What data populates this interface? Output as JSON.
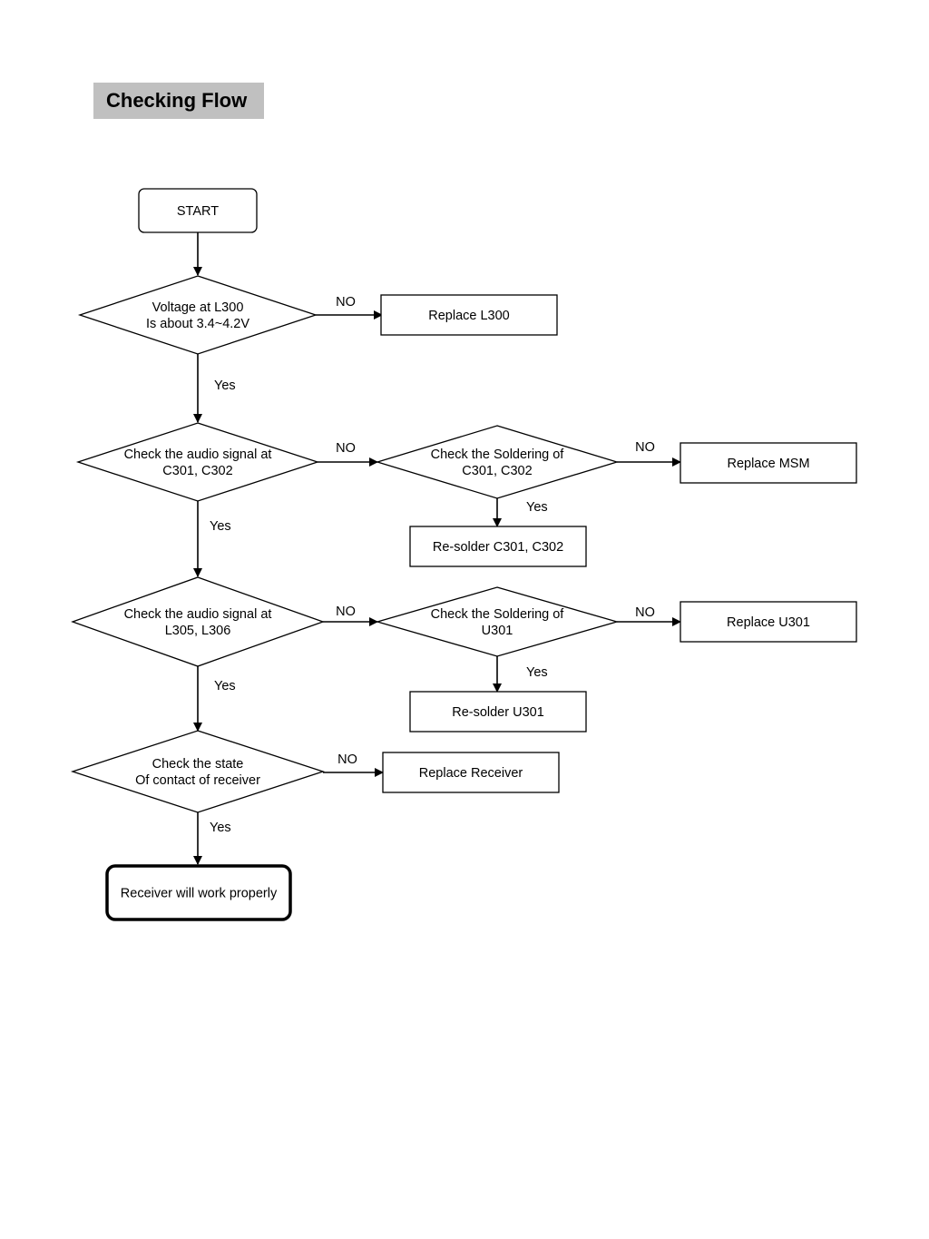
{
  "page": {
    "title": "Checking Flow"
  },
  "nodes": {
    "start": {
      "lines": [
        "START"
      ]
    },
    "d_voltage": {
      "lines": [
        "Voltage at L300",
        "Is about 3.4~4.2V"
      ]
    },
    "r_l300": {
      "lines": [
        "Replace L300"
      ]
    },
    "d_audio1": {
      "lines": [
        "Check the audio signal at",
        "C301, C302"
      ]
    },
    "d_solder1": {
      "lines": [
        "Check the Soldering of",
        "C301, C302"
      ]
    },
    "r_msm": {
      "lines": [
        "Replace MSM"
      ]
    },
    "r_resolder1": {
      "lines": [
        "Re-solder C301, C302"
      ]
    },
    "d_audio2": {
      "lines": [
        "Check the audio signal at",
        "L305, L306"
      ]
    },
    "d_solder2": {
      "lines": [
        "Check the Soldering of",
        "U301"
      ]
    },
    "r_u301": {
      "lines": [
        "Replace U301"
      ]
    },
    "r_resolder2": {
      "lines": [
        "Re-solder U301"
      ]
    },
    "d_contact": {
      "lines": [
        "Check the state",
        "Of contact of receiver"
      ]
    },
    "r_receiver": {
      "lines": [
        "Replace Receiver"
      ]
    },
    "end": {
      "lines": [
        "Receiver will work properly"
      ]
    }
  },
  "edges": [
    {
      "id": "start-voltage",
      "label": ""
    },
    {
      "id": "voltage-l300",
      "label": "NO"
    },
    {
      "id": "voltage-audio1",
      "label": "Yes"
    },
    {
      "id": "audio1-solder1",
      "label": "NO"
    },
    {
      "id": "solder1-msm",
      "label": "NO"
    },
    {
      "id": "solder1-resolder1",
      "label": "Yes"
    },
    {
      "id": "audio1-audio2",
      "label": "Yes"
    },
    {
      "id": "audio2-solder2",
      "label": "NO"
    },
    {
      "id": "solder2-u301",
      "label": "NO"
    },
    {
      "id": "solder2-resolder2",
      "label": "Yes"
    },
    {
      "id": "audio2-contact",
      "label": "Yes"
    },
    {
      "id": "contact-receiver",
      "label": "NO"
    },
    {
      "id": "contact-end",
      "label": "Yes"
    }
  ]
}
